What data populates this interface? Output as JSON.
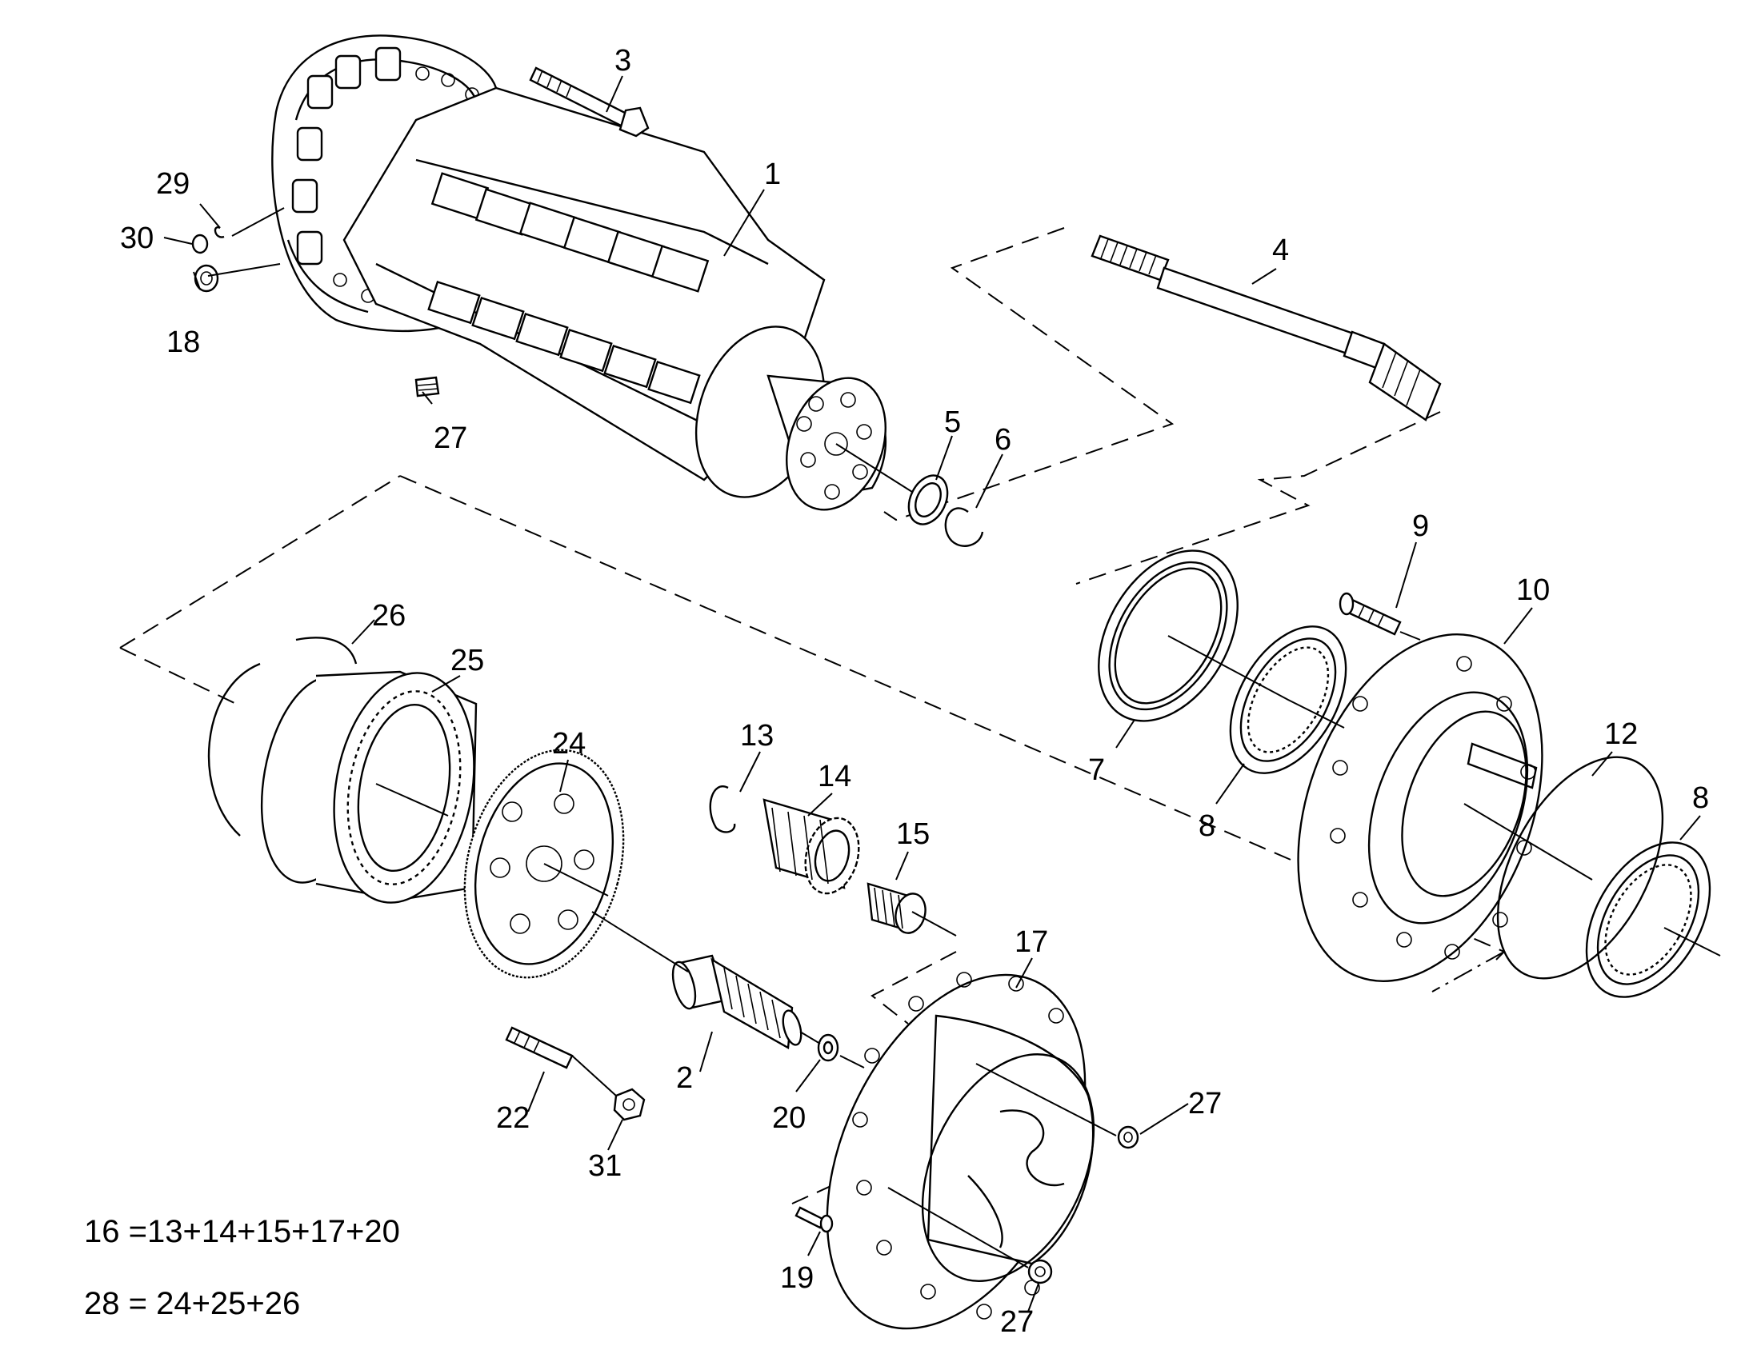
{
  "callouts": {
    "n1": "1",
    "n2": "2",
    "n3": "3",
    "n4": "4",
    "n5": "5",
    "n6": "6",
    "n7": "7",
    "n8a": "8",
    "n8b": "8",
    "n9": "9",
    "n10": "10",
    "n12": "12",
    "n13": "13",
    "n14": "14",
    "n15": "15",
    "n17": "17",
    "n18": "18",
    "n19": "19",
    "n20": "20",
    "n22": "22",
    "n24": "24",
    "n25": "25",
    "n26": "26",
    "n27a": "27",
    "n27b": "27",
    "n27c": "27",
    "n29": "29",
    "n30": "30",
    "n31": "31"
  },
  "formulas": {
    "f16": "16 =13+14+15+17+20",
    "f28": "28 = 24+25+26"
  }
}
